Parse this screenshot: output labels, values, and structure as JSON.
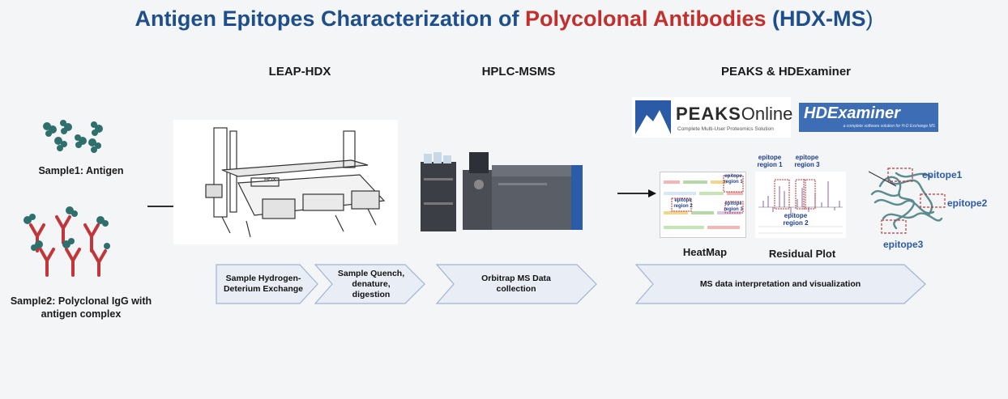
{
  "title": {
    "part1": "Antigen Epitopes Characterization of ",
    "part2": "Polycolonal Antibodies",
    "part3": " (HDX-MS",
    "part4": ")"
  },
  "stages": {
    "leap": "LEAP-HDX",
    "hplc": "HPLC-MSMS",
    "peaks": "PEAKS & HDExaminer"
  },
  "samples": {
    "sample1": "Sample1: Antigen",
    "sample2_line1": "Sample2: Polyclonal IgG with",
    "sample2_line2": "antigen complex"
  },
  "logos": {
    "peaks": "PEAKS",
    "peaks_online": "Online",
    "peaks_tagline": "Complete Multi-User Proteomics Solution",
    "hdexaminer": "HDExaminer",
    "hdexaminer_tagline": "a complete software solution for H-D Exchange MS"
  },
  "instrument": {
    "hdx_label": "HDX"
  },
  "results": {
    "heatmap": "HeatMap",
    "residual": "Residual Plot",
    "heatmap_region1": "epitope region 1",
    "heatmap_region2": "epitope region 2",
    "heatmap_region3": "epitope region 3",
    "resid_region1_a": "epitope",
    "resid_region1_b": "region 1",
    "resid_region3_a": "epitope",
    "resid_region3_b": "region 3",
    "resid_region2_a": "epitope",
    "resid_region2_b": "region 2",
    "epitope1": "epitope1",
    "epitope2": "epitope2",
    "epitope3": "epitope3"
  },
  "steps": [
    {
      "line1": "Sample Hydrogen-",
      "line2": "Deterium Exchange",
      "line3": ""
    },
    {
      "line1": "Sample Quench,",
      "line2": "denature,",
      "line3": "digestion"
    },
    {
      "line1": "Orbitrap MS Data",
      "line2": "collection",
      "line3": ""
    },
    {
      "line1": "MS data interpretation and visualization",
      "line2": "",
      "line3": ""
    }
  ],
  "colors": {
    "title_blue": "#1e4f8a",
    "title_red": "#c2302e",
    "antigen_teal": "#2f6f6e",
    "antibody_red": "#c0363a",
    "chevron_fill": "#e9eef6",
    "chevron_stroke": "#9fb3d3",
    "epitope_blue": "#2b5aa6"
  }
}
